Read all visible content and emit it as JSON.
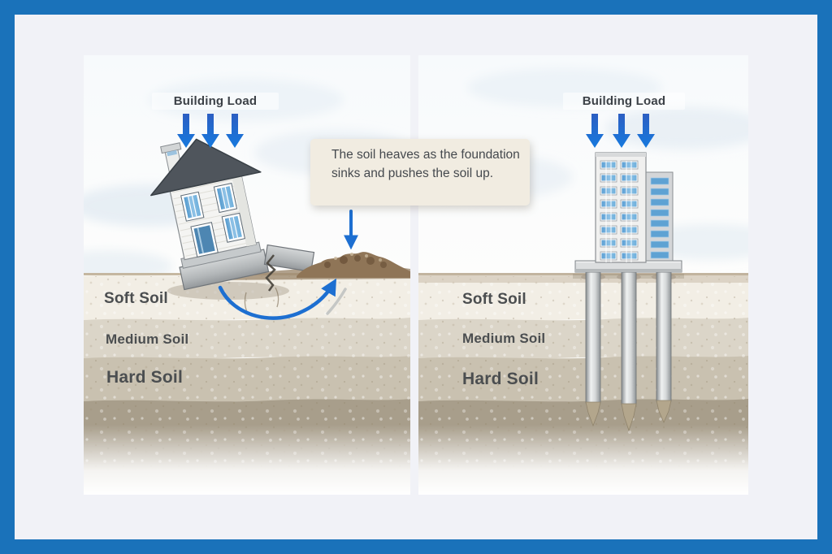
{
  "diagram": {
    "left_panel": {
      "load_label": "Building Load",
      "soil_layers": [
        "Soft Soil",
        "Medium Soil",
        "Hard Soil"
      ],
      "callout_text": "The soil heaves as the foundation sinks and pushes the soil up."
    },
    "right_panel": {
      "load_label": "Building Load",
      "soil_layers": [
        "Soft Soil",
        "Medium Soil",
        "Hard Soil"
      ]
    },
    "icons": {
      "load_arrows": "down-arrow",
      "heave_arrow": "curved-up-arrow",
      "callout_pointer": "down-arrow"
    },
    "colors": {
      "frame_border": "#1a72ba",
      "canvas_background": "#f1f2f7",
      "panel_background": "#ffffff",
      "arrow_blue": "#1d6fd1",
      "callout_background": "#f1ece1",
      "soil_soft": "#f2eee5",
      "soil_medium": "#dbd5c8",
      "soil_hard": "#c9c1b0",
      "soil_deep": "#a89e8b",
      "mound_brown": "#8f7557",
      "text_dark": "#43474c"
    }
  }
}
